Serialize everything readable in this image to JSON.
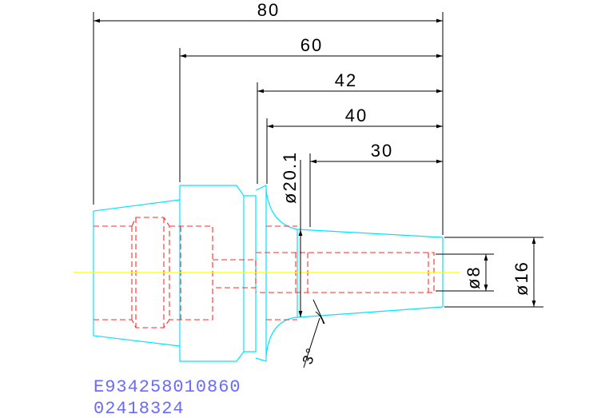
{
  "colors": {
    "dimension": "#000000",
    "outline": "#00e5ff",
    "hidden": "#ff2a2a",
    "centerline": "#ffff00",
    "code_text": "#6a6aff"
  },
  "dimensions": {
    "len_80": "80",
    "len_60": "60",
    "len_42": "42",
    "len_40": "40",
    "len_30": "30",
    "dia_20_1": "ø20.1",
    "dia_8": "ø8",
    "dia_16": "ø16",
    "angle": "3°"
  },
  "codes": {
    "line1": "E934258010860",
    "line2": "02418324"
  }
}
